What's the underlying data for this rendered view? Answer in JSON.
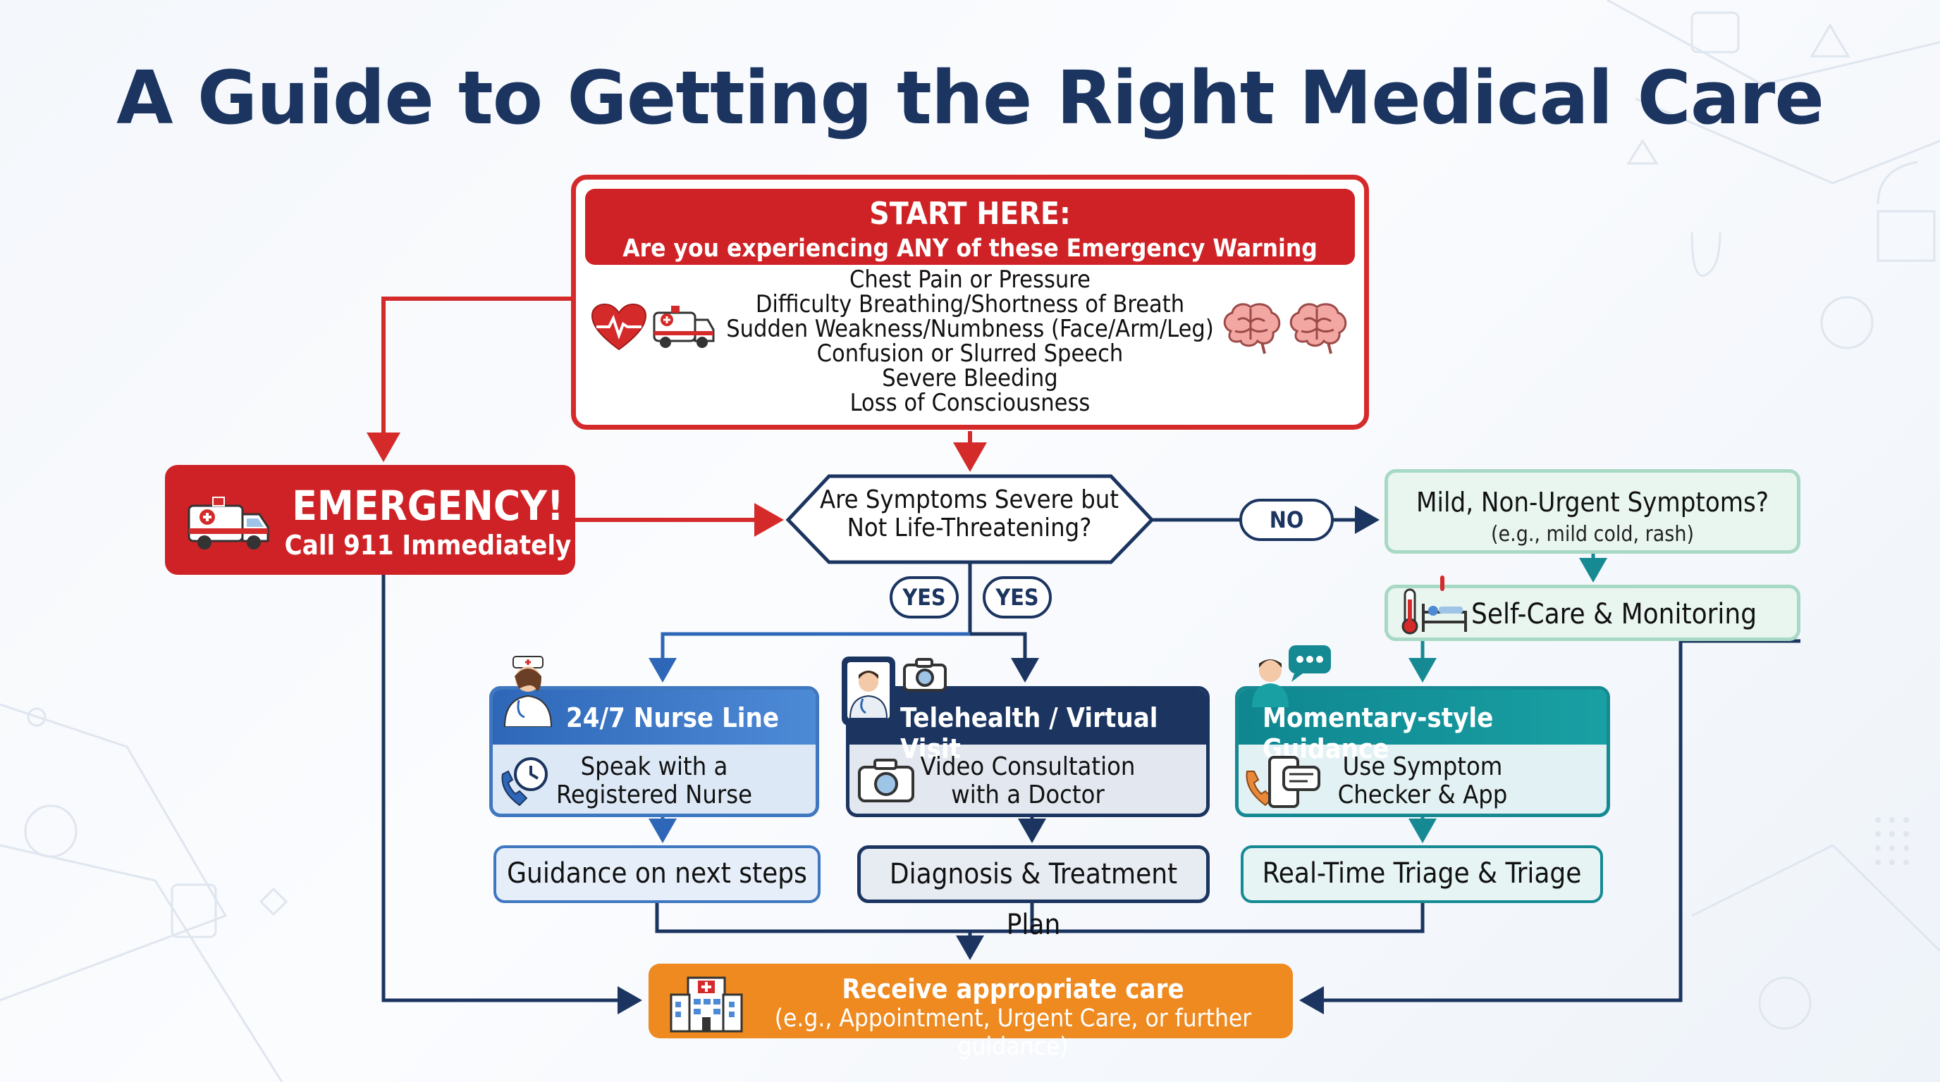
{
  "title": "A Guide to Getting the Right Medical Care",
  "start": {
    "heading": "START HERE:",
    "question": "Are you experiencing ANY of these Emergency Warning Signs?",
    "signs": [
      "Chest Pain or Pressure",
      "Difficulty Breathing/Shortness of Breath",
      "Sudden Weakness/Numbness (Face/Arm/Leg)",
      "Confusion or Slurred Speech",
      "Severe Bleeding",
      "Loss of Consciousness"
    ]
  },
  "emergency": {
    "title": "EMERGENCY!",
    "subtitle": "Call 911 Immediately"
  },
  "decision": {
    "line1": "Are Symptoms Severe but",
    "line2": "Not Life-Threatening?"
  },
  "labels": {
    "no": "NO",
    "yes": "YES"
  },
  "mild": {
    "title": "Mild, Non-Urgent Symptoms?",
    "examples": "(e.g., mild cold, rash)"
  },
  "self_care": {
    "label": "Self-Care & Monitoring"
  },
  "options": [
    {
      "title": "24/7 Nurse Line",
      "line1": "Speak with a",
      "line2": "Registered Nurse",
      "outcome": "Guidance on next steps"
    },
    {
      "title": "Telehealth / Virtual Visit",
      "line1": "Video Consultation",
      "line2": "with a Doctor",
      "outcome": "Diagnosis & Treatment Plan"
    },
    {
      "title": "Momentary-style Guidance",
      "line1": "Use Symptom",
      "line2": "Checker & App",
      "outcome": "Real-Time Triage & Triage"
    }
  ],
  "final": {
    "title": "Receive appropriate care",
    "subtitle": "(e.g., Appointment, Urgent Care, or further guidance)"
  },
  "colors": {
    "navy": "#1b3560",
    "red": "#cf2226",
    "teal": "#168a93",
    "blue": "#3f77c0",
    "orange": "#ee8a1f",
    "mint": "#e9f6f0"
  },
  "icons": [
    "heart-pulse-icon",
    "ambulance-icon",
    "brain-icon",
    "nurse-icon",
    "clock-phone-icon",
    "doctor-tablet-icon",
    "camera-icon",
    "user-chat-icon",
    "phone-chat-icon",
    "thermometer-bed-icon",
    "hospital-icon"
  ]
}
